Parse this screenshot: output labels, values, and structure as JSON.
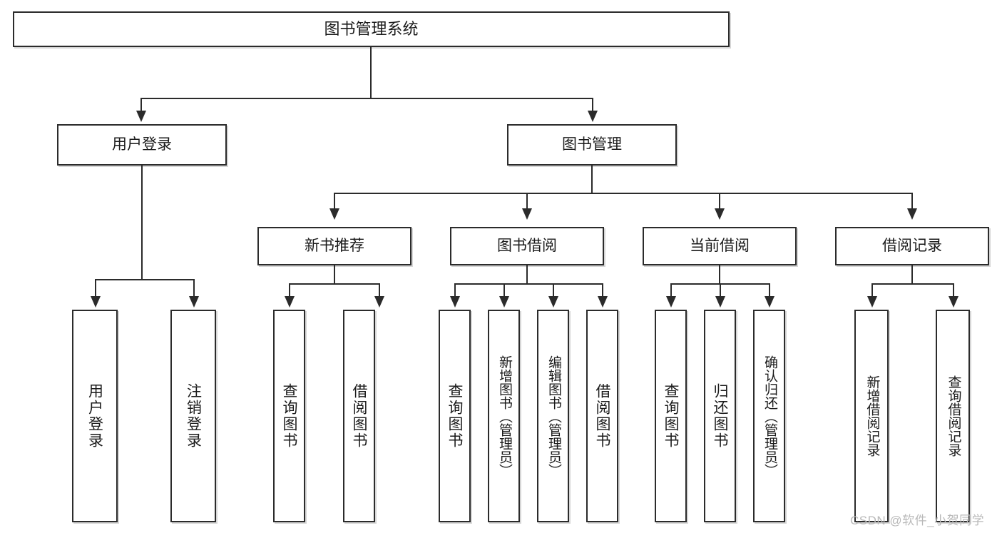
{
  "diagram": {
    "type": "tree",
    "title": "图书管理系统",
    "root": {
      "label": "图书管理系统"
    },
    "level1": [
      {
        "label": "用户登录"
      },
      {
        "label": "图书管理"
      }
    ],
    "level2": [
      {
        "label": "新书推荐"
      },
      {
        "label": "图书借阅"
      },
      {
        "label": "当前借阅"
      },
      {
        "label": "借阅记录"
      }
    ],
    "leaves": {
      "user_login": [
        {
          "label": "用户登录"
        },
        {
          "label": "注销登录"
        }
      ],
      "new_book_recommend": [
        {
          "label": "查询图书"
        },
        {
          "label": "借阅图书"
        }
      ],
      "book_borrow": [
        {
          "label": "查询图书"
        },
        {
          "label": "新增图书（管理员）"
        },
        {
          "label": "编辑图书（管理员）"
        },
        {
          "label": "借阅图书"
        }
      ],
      "current_borrow": [
        {
          "label": "查询图书"
        },
        {
          "label": "归还图书"
        },
        {
          "label": "确认归还（管理员）"
        }
      ],
      "borrow_record": [
        {
          "label": "新增借阅记录"
        },
        {
          "label": "查询借阅记录"
        }
      ]
    }
  },
  "watermark": {
    "text": "CSDN @软件_小贺同学"
  },
  "colors": {
    "border": "#2b2b2b",
    "background": "#ffffff",
    "text": "#1a1a1a",
    "watermark": "#b9b9b9"
  }
}
